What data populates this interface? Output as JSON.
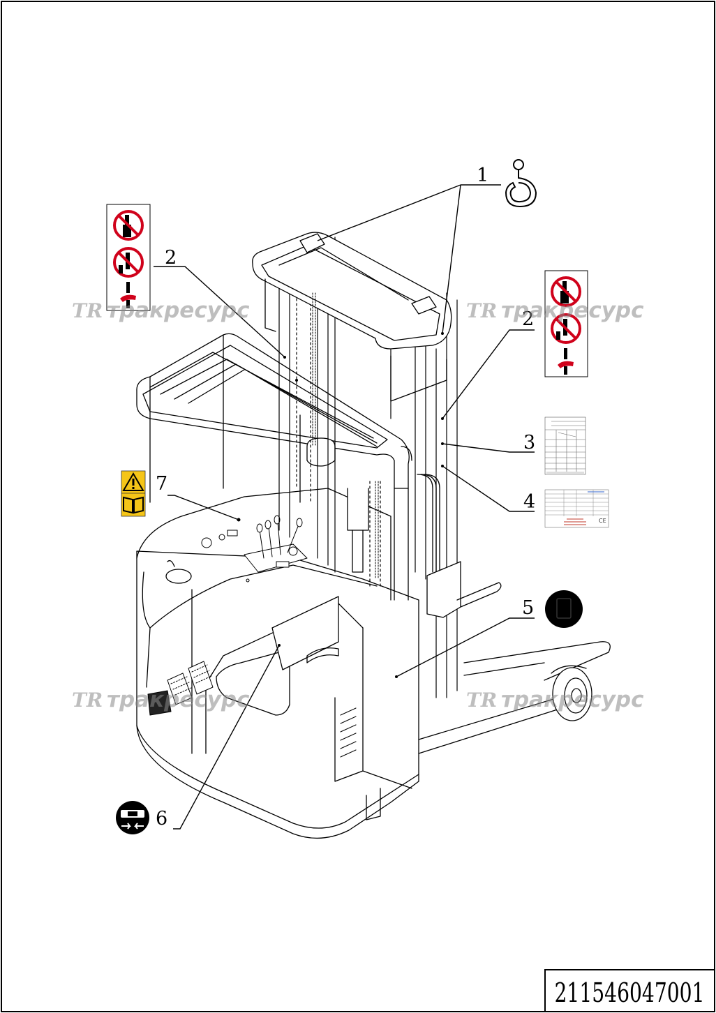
{
  "drawing": {
    "number": "211546047001"
  },
  "callouts": [
    {
      "id": "1",
      "label": "1"
    },
    {
      "id": "2a",
      "label": "2"
    },
    {
      "id": "2b",
      "label": "2"
    },
    {
      "id": "3",
      "label": "3"
    },
    {
      "id": "4",
      "label": "4"
    },
    {
      "id": "5",
      "label": "5"
    },
    {
      "id": "6",
      "label": "6"
    },
    {
      "id": "7",
      "label": "7"
    }
  ],
  "watermark": {
    "logo": "TR",
    "text": "тракресурс",
    "color": "#8a8a8a"
  },
  "decals": {
    "prohibition_color": "#d0021b",
    "warning_color": "#f5c518",
    "ce_mark": "CE"
  },
  "icons": [
    "hook-icon",
    "no-standing-under-load-icon",
    "no-riding-on-forks-icon",
    "hand-crush-icon",
    "warning-triangle-icon",
    "manual-book-icon",
    "seatbelt-icon"
  ]
}
